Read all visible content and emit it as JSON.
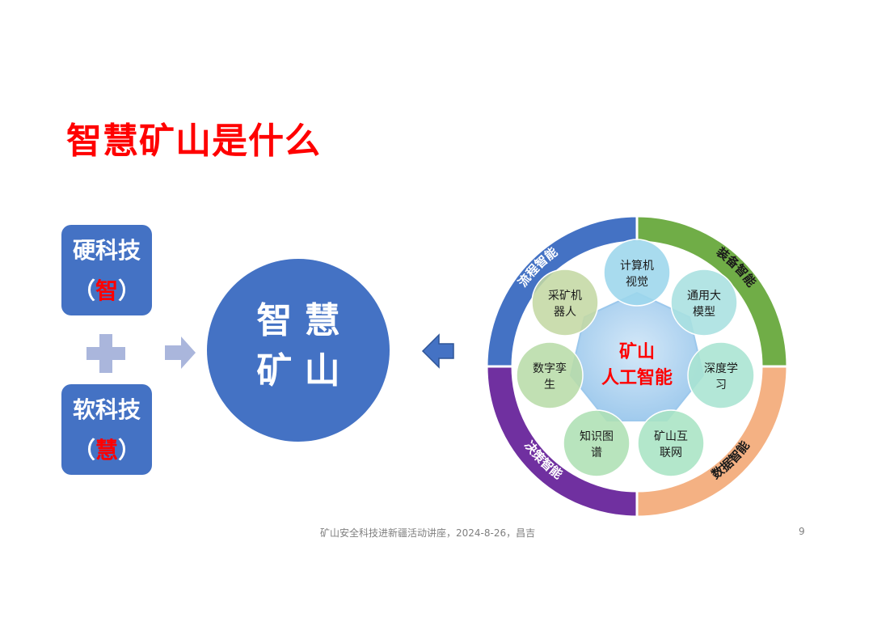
{
  "title": "智慧矿山是什么",
  "left_boxes": [
    {
      "label": "硬科技",
      "paren_open": "（",
      "char": "智",
      "paren_close": "）"
    },
    {
      "label": "软科技",
      "paren_open": "（",
      "char": "慧",
      "paren_close": "）"
    }
  ],
  "center_circle": {
    "line1": "智 慧",
    "line2": "矿 山"
  },
  "wheel": {
    "center_line1": "矿山",
    "center_line2": "人工智能",
    "ring_labels": [
      "流程智能",
      "装备智能",
      "数据智能",
      "决策智能"
    ],
    "ring_colors": [
      "#4472c4",
      "#70ad47",
      "#f4b183",
      "#7030a0"
    ],
    "nodes": [
      {
        "line1": "计算机",
        "line2": "视觉",
        "color": "#9cd6ec"
      },
      {
        "line1": "通用大",
        "line2": "模型",
        "color": "#a8e0e0"
      },
      {
        "line1": "深度学",
        "line2": "习",
        "color": "#a8e4d2"
      },
      {
        "line1": "矿山互",
        "line2": "联网",
        "color": "#a8e4c4"
      },
      {
        "line1": "知识图",
        "line2": "谱",
        "color": "#aee0b4"
      },
      {
        "line1": "数字孪",
        "line2": "生",
        "color": "#b8dca8"
      },
      {
        "line1": "采矿机",
        "line2": "器人",
        "color": "#c4d8a4"
      }
    ]
  },
  "footer": {
    "text": "矿山安全科技进新疆活动讲座，2024-8-26，昌吉",
    "page": "9"
  }
}
